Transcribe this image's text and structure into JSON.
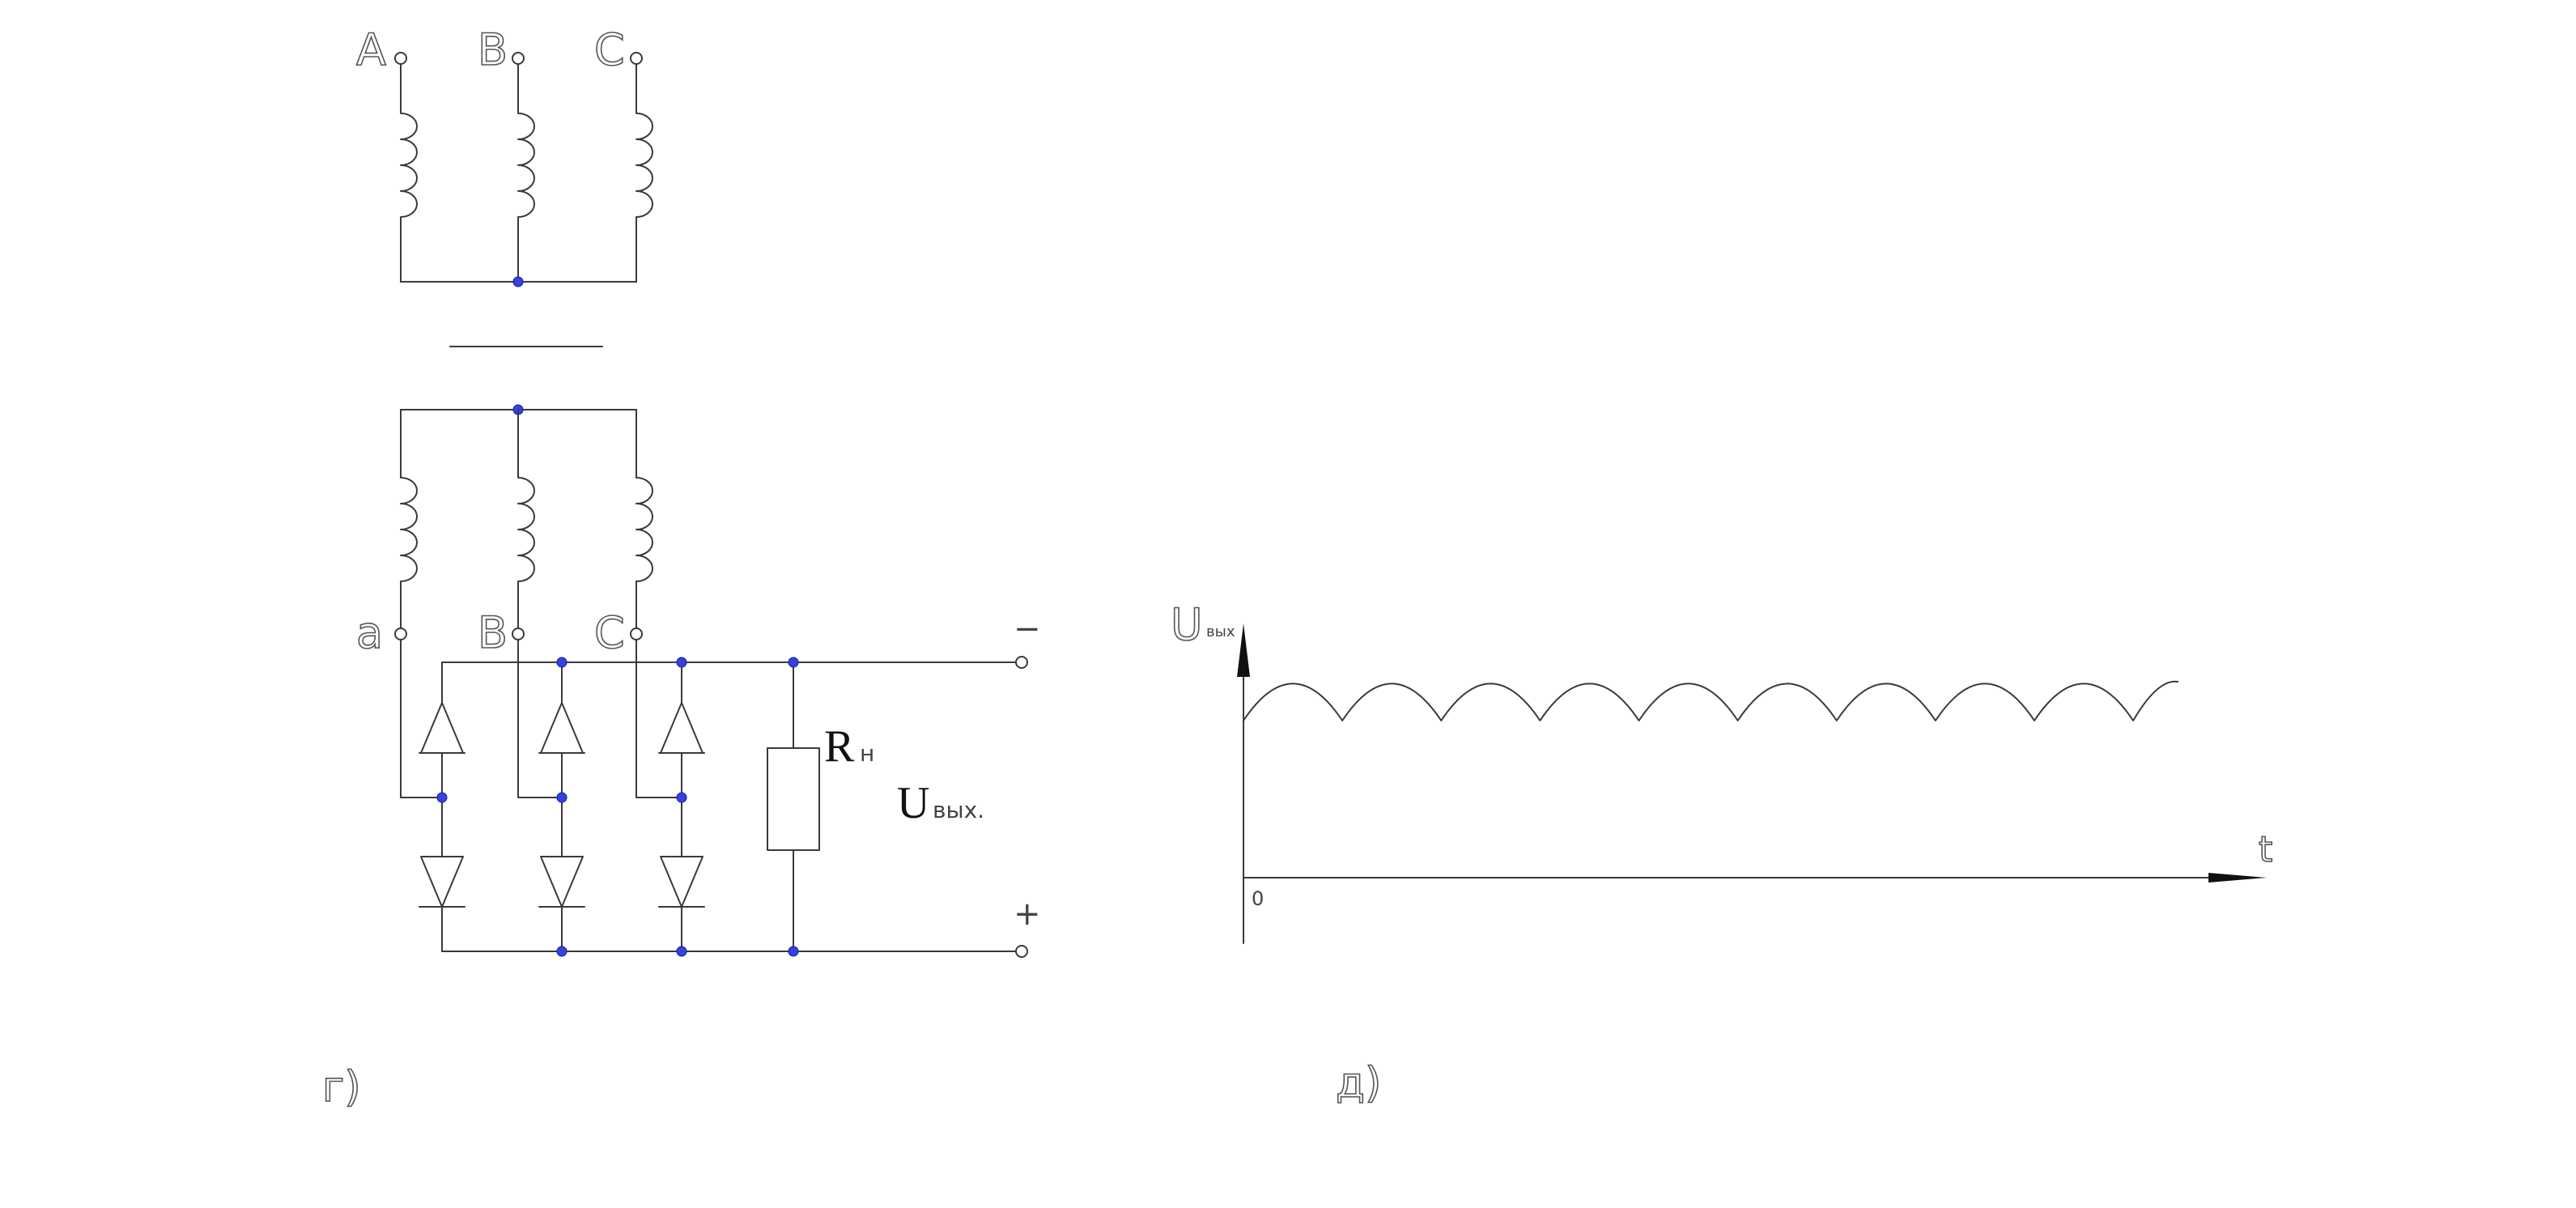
{
  "colors": {
    "line": "#3a3a3a",
    "node": "#3344dd",
    "background": "#ffffff"
  },
  "circuit": {
    "primary_labels": [
      "A",
      "B",
      "C"
    ],
    "secondary_labels": [
      "a",
      "B",
      "C"
    ],
    "load_label": "R",
    "load_subscript": "н",
    "output_label": "U",
    "output_subscript": "вых.",
    "minus": "−",
    "plus": "+",
    "caption": "г)"
  },
  "graph": {
    "y_label": "U",
    "y_subscript": "вых",
    "x_label": "t",
    "origin": "0",
    "caption": "д)",
    "chart_data": {
      "type": "line",
      "title": "",
      "xlabel": "t",
      "ylabel": "Uвых",
      "ripple_cycles": 9,
      "waveform": "three-phase bridge rectified ripple (6-pulse)"
    }
  }
}
